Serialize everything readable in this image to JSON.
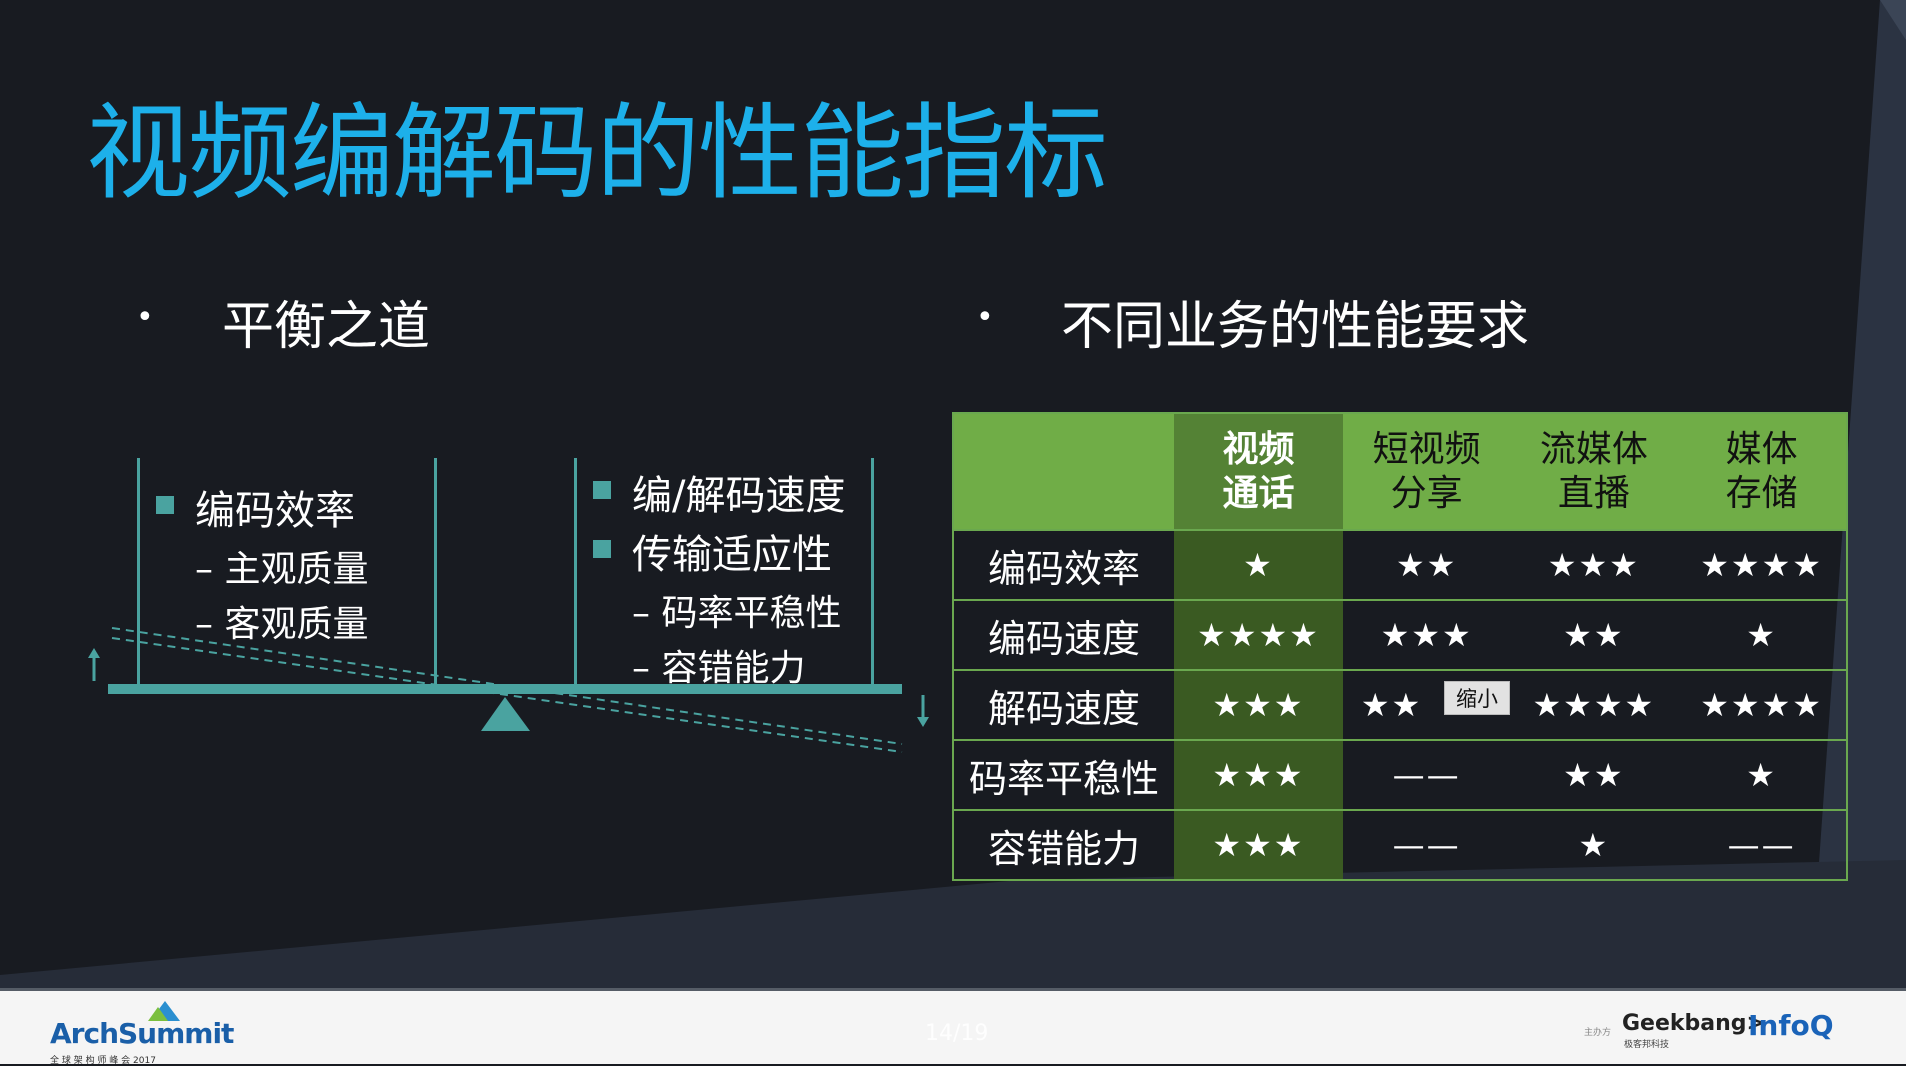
{
  "title": "视频编解码的性能指标",
  "left": {
    "heading": "平衡之道",
    "bullet": "•",
    "group1": {
      "head": "编码效率",
      "subs": [
        "– 主观质量",
        "– 客观质量"
      ]
    },
    "group2": {
      "heads": [
        "编/解码速度",
        "传输适应性"
      ],
      "subs": [
        "– 码率平稳性",
        "– 容错能力"
      ]
    }
  },
  "right": {
    "heading": "不同业务的性能要求",
    "bullet": "•"
  },
  "table": {
    "headers": [
      "",
      "视频\n通话",
      "短视频\n分享",
      "流媒体\n直播",
      "媒体\n存储"
    ],
    "rows": [
      {
        "label": "编码效率",
        "cells": [
          "★",
          "★★",
          "★★★",
          "★★★★"
        ]
      },
      {
        "label": "编码速度",
        "cells": [
          "★★★★",
          "★★★",
          "★★",
          "★"
        ]
      },
      {
        "label": "解码速度",
        "cells": [
          "★★★",
          "★★",
          "★★★★",
          "★★★★"
        ]
      },
      {
        "label": "码率平稳性",
        "cells": [
          "★★★",
          "——",
          "★★",
          "★"
        ]
      },
      {
        "label": "容错能力",
        "cells": [
          "★★★",
          "——",
          "★",
          "——"
        ]
      }
    ]
  },
  "tooltip": "缩小",
  "footer": {
    "page": "14/19",
    "logo_left": "ArchSummit",
    "logo_left_sub": "全 球 架 构 师 峰 会 2017",
    "organizer": "主办方",
    "logo_geek": "Geekbang>",
    "logo_geek_sub": "极客邦科技",
    "logo_infoq": "InfoQ"
  },
  "colors": {
    "title": "#1db0ea",
    "header_green": "#70ad47",
    "highlight_green": "#548235",
    "teal": "#4aa3a0"
  }
}
